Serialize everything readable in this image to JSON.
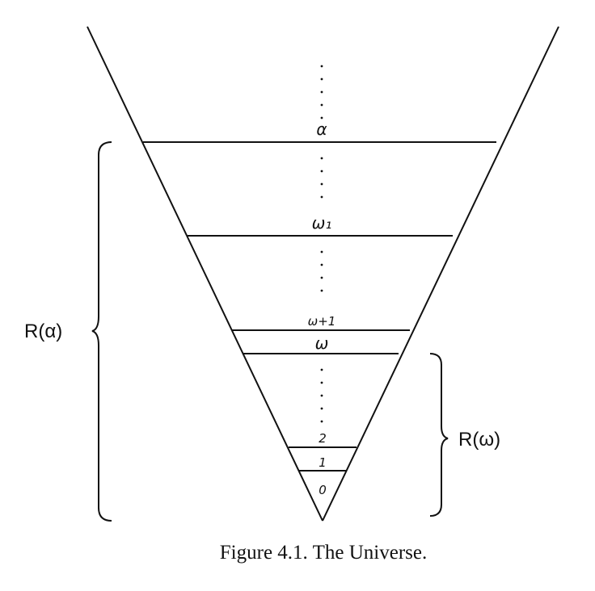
{
  "levels": {
    "alpha": "α",
    "omega_1": "ω₁",
    "omega_plus_1": "ω+1",
    "omega": "ω",
    "two": "2",
    "one": "1",
    "zero": "0"
  },
  "braces": {
    "left": "R(α)",
    "right": "R(ω)"
  },
  "caption": "Figure 4.1. The Universe."
}
